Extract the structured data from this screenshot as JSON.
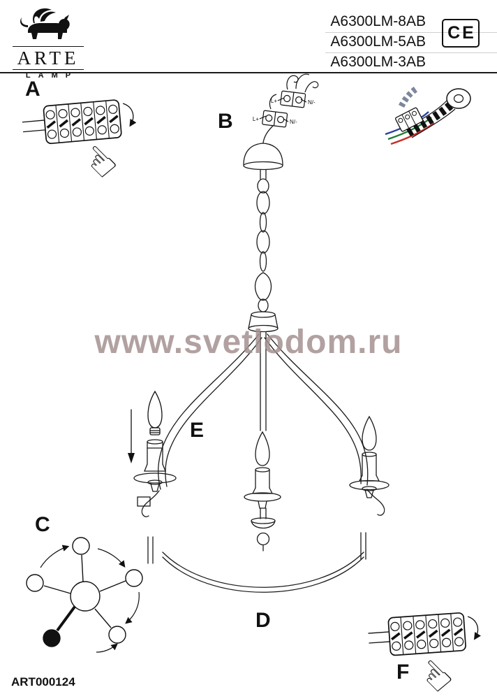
{
  "header": {
    "brand_name": "ARTE",
    "brand_sub": "LAMP",
    "models": [
      "A6300LM-8AB",
      "A6300LM-5AB",
      "A6300LM-3AB"
    ],
    "ce_mark": "CE"
  },
  "watermark": "www.svetlodom.ru",
  "labels": {
    "a": "A",
    "b": "B",
    "c": "C",
    "d": "D",
    "e": "E",
    "f": "F"
  },
  "wiring_labels": {
    "l_top": "L+",
    "n_top": "N/-",
    "l_bottom": "L+",
    "n_bottom": "N/-"
  },
  "icons": {
    "pointing_hand": "☝"
  },
  "footer": {
    "article": "ART000124"
  }
}
